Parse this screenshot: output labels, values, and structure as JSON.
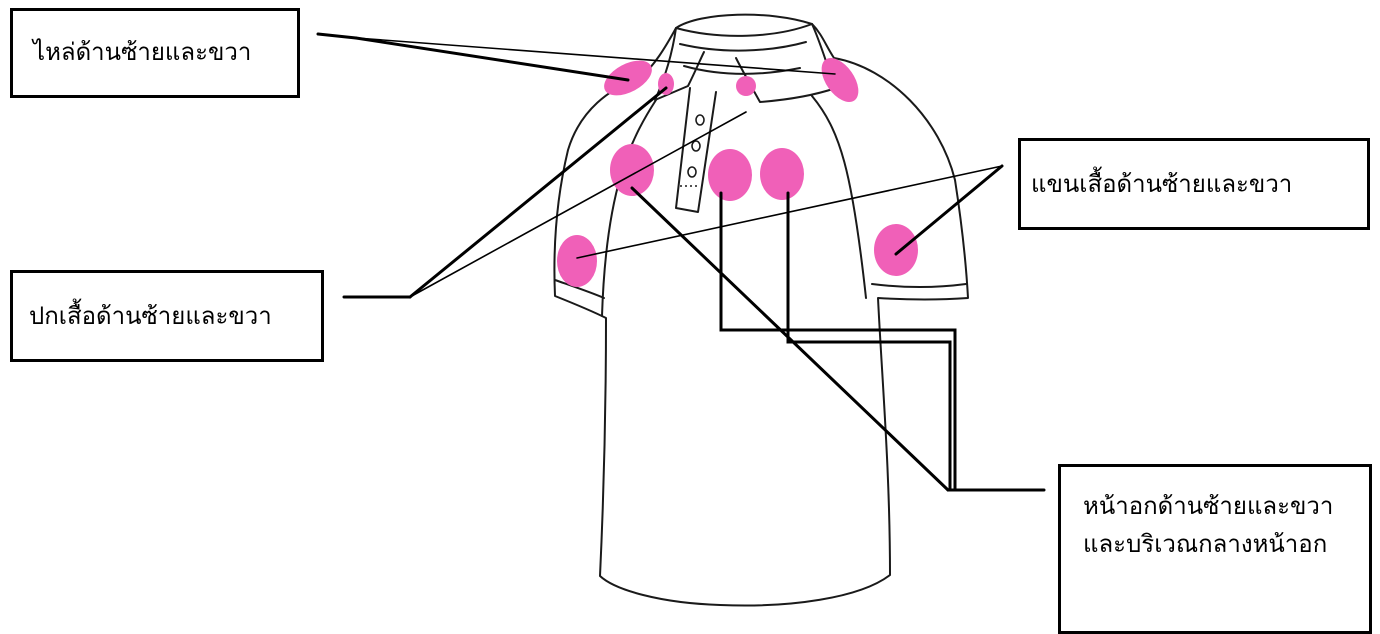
{
  "labels": {
    "shoulder": "ไหล่ด้านซ้ายและขวา",
    "sleeve": "แขนเสื้อด้านซ้ายและขวา",
    "collar": "ปกเสื้อด้านซ้ายและขวา",
    "chest_line1": "หน้าอกด้านซ้ายและขวา",
    "chest_line2": "และบริเวณกลางหน้าอก"
  },
  "colors": {
    "marker": "#f060b8",
    "outline": "#1a1a1a",
    "leader": "#000000"
  }
}
